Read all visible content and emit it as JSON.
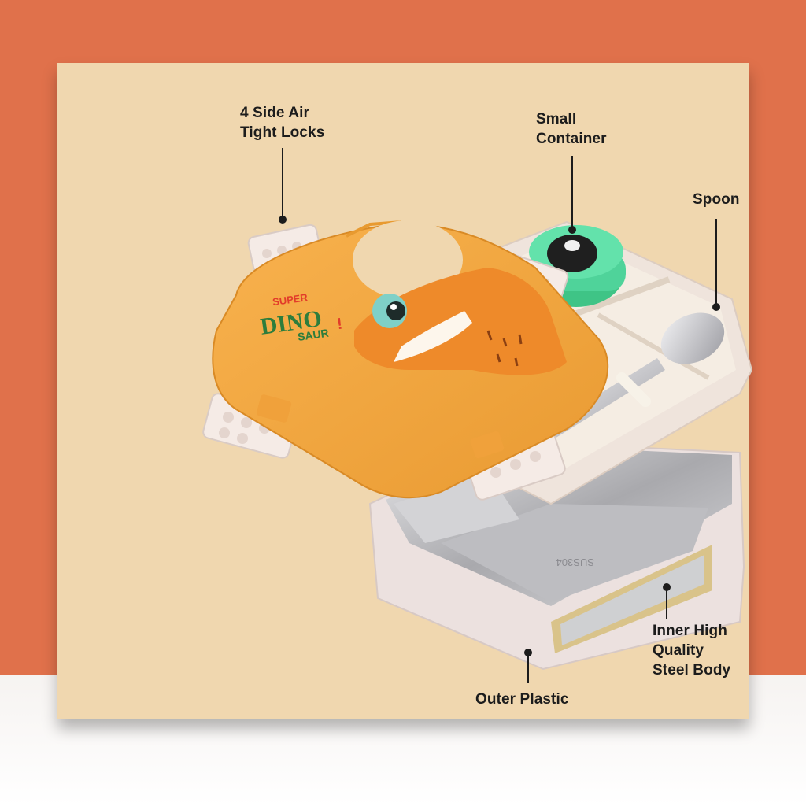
{
  "colors": {
    "background_orange": "#e0714b",
    "card_beige": "#f0d7af",
    "lid_orange": "#f2a43f",
    "outer_plastic": "#ece1df",
    "steel": "#c9c9cc",
    "small_container_green": "#4fd39a",
    "brand_green": "#2e7d3c",
    "brand_red": "#e23b2a"
  },
  "product": {
    "lid_text": {
      "super": "SUPER",
      "dino": "DINO",
      "saur": "SAUR",
      "exclaim": "!"
    },
    "steel_stamp": "SUS304"
  },
  "callouts": {
    "locks": "4 Side Air\nTight Locks",
    "small_container": "Small\nContainer",
    "spoon": "Spoon",
    "steel_body": "Inner High\nQuality\nSteel Body",
    "outer_plastic": "Outer Plastic"
  }
}
